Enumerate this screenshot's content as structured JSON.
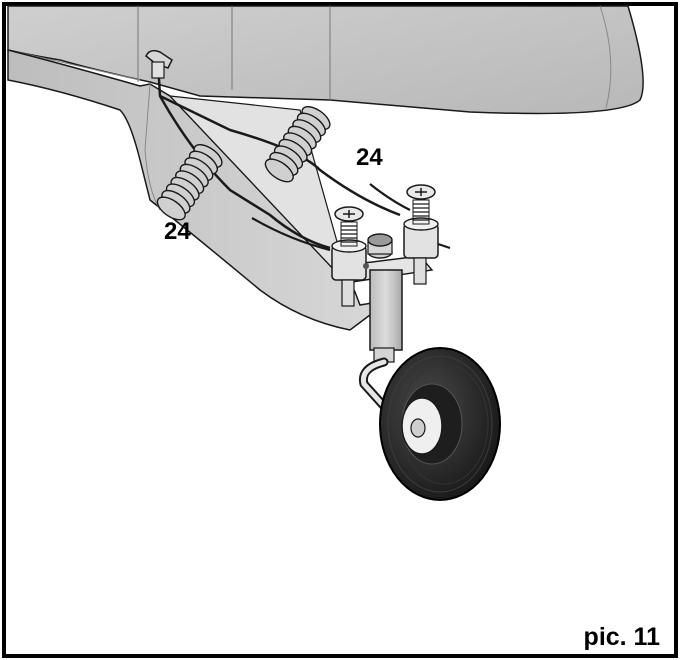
{
  "figure": {
    "callouts": [
      {
        "label": "24"
      },
      {
        "label": "24"
      }
    ],
    "caption": "pic. 11"
  },
  "colors": {
    "fuselage": "#c8c8c8",
    "fuselage_shadow": "#b0b0b0",
    "metal": "#e6e6e6",
    "outline": "#1a1a1a",
    "tire": "#262626",
    "hub": "#f0f0f0"
  }
}
